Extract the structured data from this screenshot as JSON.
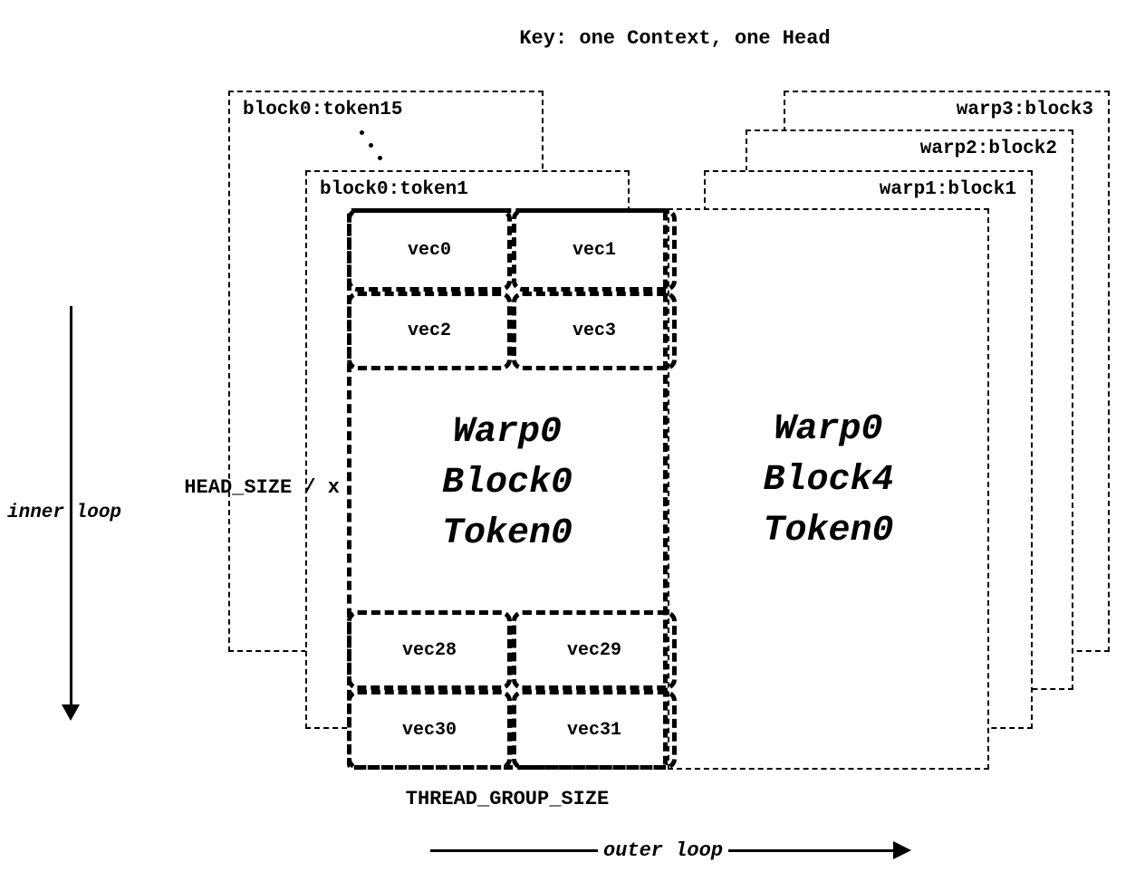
{
  "title": "Key: one Context, one Head",
  "left_stack": {
    "back_label": "block0:token15",
    "front_label": "block0:token1"
  },
  "right_stack": {
    "labels": [
      "warp3:block3",
      "warp2:block2",
      "warp1:block1"
    ]
  },
  "main_block": {
    "center_lines": [
      "Warp0",
      "Block0",
      "Token0"
    ],
    "top_vecs": [
      "vec0",
      "vec1",
      "vec2",
      "vec3"
    ],
    "bottom_vecs": [
      "vec28",
      "vec29",
      "vec30",
      "vec31"
    ]
  },
  "right_block": {
    "center_lines": [
      "Warp0",
      "Block4",
      "Token0"
    ]
  },
  "annotations": {
    "head_size": "HEAD_SIZE / x",
    "inner_loop": "inner loop",
    "thread_group_size": "THREAD_GROUP_SIZE",
    "outer_loop": "outer loop"
  }
}
